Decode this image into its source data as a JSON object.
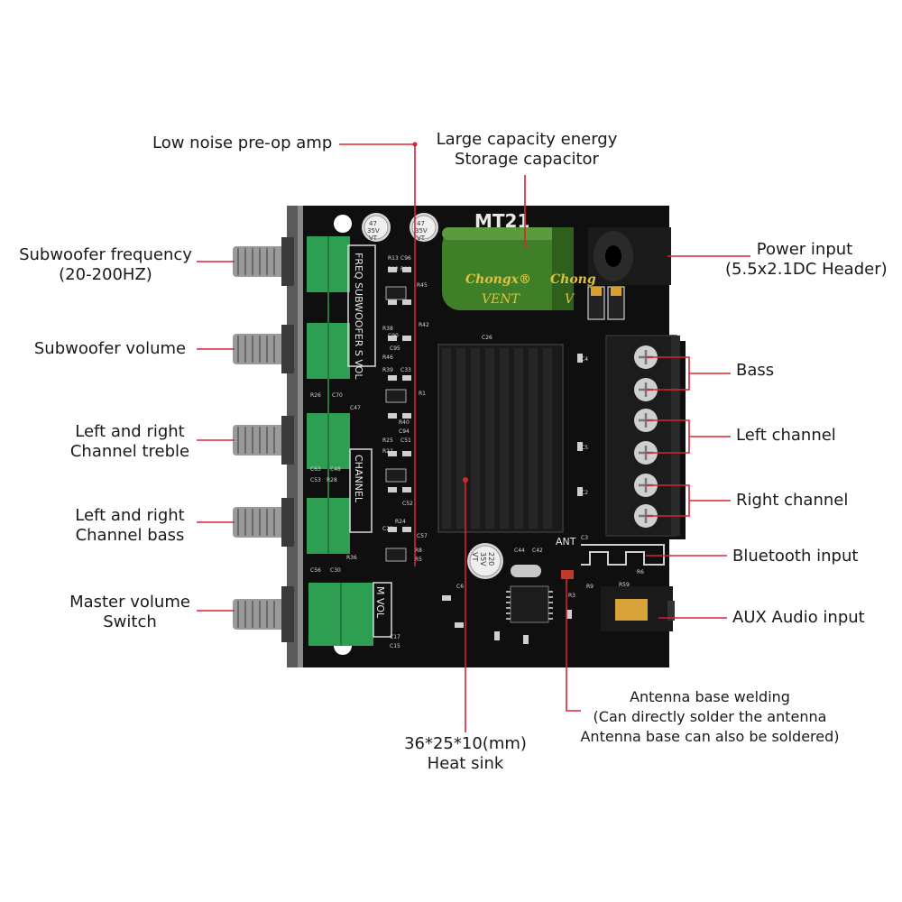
{
  "colors": {
    "board": "#0f0f0f",
    "leader": "#d9232e",
    "potentiometer_green": "#2e9e52",
    "capacitor_green": "#3f7f28",
    "heatsink": "#121212",
    "terminal": "#1c1c1c",
    "knob": "#9a9a9a",
    "panel": "#5a5a5a"
  },
  "labels": {
    "preamp": [
      "Low noise pre-op amp"
    ],
    "capacitor": [
      "Large capacity energy",
      "Storage capacitor"
    ],
    "power": [
      "Power input",
      "(5.5x2.1DC Header)"
    ],
    "sub_freq": [
      "Subwoofer frequency",
      "(20-200HZ)"
    ],
    "sub_vol": [
      "Subwoofer volume"
    ],
    "treble": [
      "Left and right",
      "Channel treble"
    ],
    "bass_knob": [
      "Left and right",
      "Channel bass"
    ],
    "master": [
      "Master volume",
      "Switch"
    ],
    "bass_out": [
      "Bass"
    ],
    "left_out": [
      "Left channel"
    ],
    "right_out": [
      "Right channel"
    ],
    "bluetooth": [
      "Bluetooth input"
    ],
    "aux": [
      "AUX Audio input"
    ],
    "antenna": [
      "Antenna base welding",
      "(Can directly solder the antenna",
      "Antenna base can also be soldered)"
    ],
    "heatsink": [
      "36*25*10(mm)",
      "Heat sink"
    ]
  },
  "board": {
    "model": "MT21",
    "ant": "ANT",
    "big_cap_brand": "Chongx®",
    "big_cap_vent": "VENT",
    "big_cap_brand_2": "Chong",
    "big_cap_vent_2": "V",
    "small_cap_1": [
      "47",
      "35V",
      "VT"
    ],
    "small_cap_2": [
      "47",
      "35V",
      "VT"
    ],
    "cap_220": [
      "220",
      "35V",
      "VT"
    ],
    "silk_sub": "FREQ  SUBWOOFER  S  VOL",
    "silk_channel": "CHANNEL",
    "silk_mvol": "M  VOL",
    "component_refs": [
      "R13",
      "R12",
      "C96",
      "R11",
      "R45",
      "R42",
      "R38",
      "C90",
      "C95",
      "R46",
      "R39",
      "C33",
      "R1",
      "R40",
      "C94",
      "R26",
      "C70",
      "C47",
      "R25",
      "C51",
      "R22",
      "C53",
      "R28",
      "C48",
      "C63",
      "C52",
      "R24",
      "C22",
      "C57",
      "R36",
      "R8",
      "R5",
      "C56",
      "C30",
      "C17",
      "C15",
      "C6",
      "C44",
      "C42",
      "C26",
      "R6",
      "R59",
      "R9",
      "R3",
      "C4",
      "C5",
      "C2",
      "C3"
    ]
  }
}
